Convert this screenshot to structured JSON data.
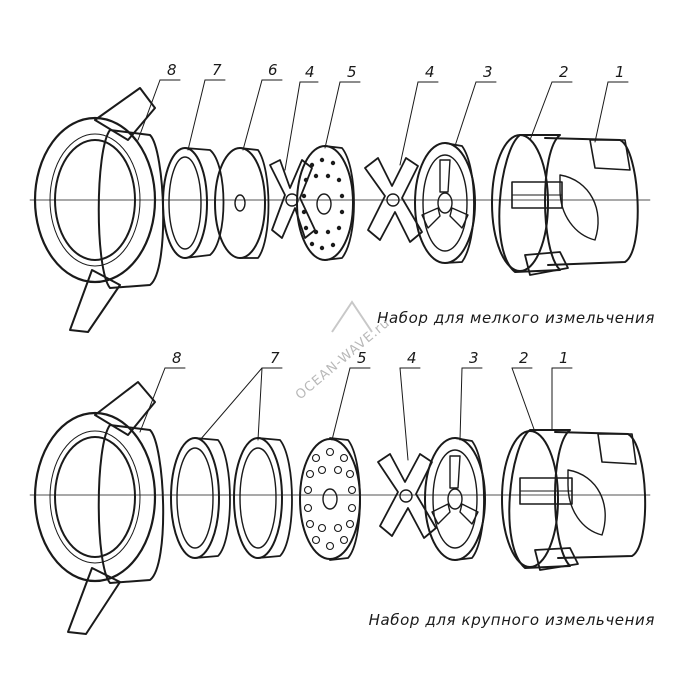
{
  "watermark": "OCEAN-WAVE.ru",
  "sets": [
    {
      "id": "fine",
      "caption": "Набор для мелкого измельчения",
      "labels": [
        "8",
        "7",
        "6",
        "4",
        "5",
        "4",
        "3",
        "2",
        "1"
      ]
    },
    {
      "id": "coarse",
      "caption": "Набор для крупного измельчения",
      "labels": [
        "8",
        "7",
        "5",
        "4",
        "3",
        "2",
        "1"
      ]
    }
  ]
}
